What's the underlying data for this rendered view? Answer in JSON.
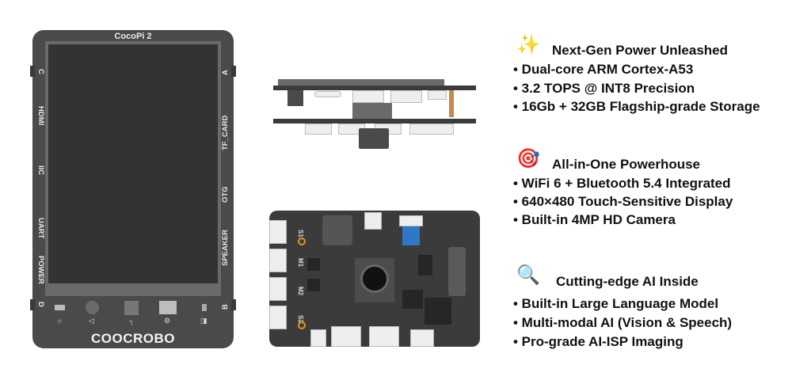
{
  "device": {
    "title": "CocoPi 2",
    "brand": "COOCROBO",
    "left_labels": [
      "C",
      "HDMI",
      "IIC",
      "UART",
      "POWER",
      "D"
    ],
    "right_labels": [
      "A",
      "TF_CARD",
      "OTG",
      "SPEAKER",
      "B"
    ],
    "button_icons": [
      "brightness-icon",
      "volume-icon",
      "return-icon",
      "settings-icon",
      "flashlight-icon"
    ]
  },
  "board": {
    "labels": [
      "S1",
      "M1",
      "M2",
      "S2"
    ],
    "sd_color": "#2f78c8"
  },
  "features": [
    {
      "icon": "sparkles-icon",
      "symbol": "✨",
      "title": "Next-Gen Power Unleashed",
      "items": [
        "• Dual-core ARM Cortex-A53",
        "• 3.2 TOPS @ INT8 Precision",
        "• 16Gb + 32GB Flagship-grade Storage"
      ]
    },
    {
      "icon": "target-icon",
      "symbol": "🎯",
      "title": "All-in-One Powerhouse",
      "items": [
        "• WiFi 6 + Bluetooth 5.4 Integrated",
        "• 640×480 Touch-Sensitive Display",
        "• Built-in 4MP HD Camera"
      ]
    },
    {
      "icon": "magnifier-icon",
      "symbol": "🔍",
      "title": "Cutting-edge AI Inside",
      "items": [
        "• Built-in Large Language Model",
        "• Multi-modal AI (Vision & Speech)",
        "• Pro-grade AI-ISP Imaging"
      ]
    }
  ]
}
